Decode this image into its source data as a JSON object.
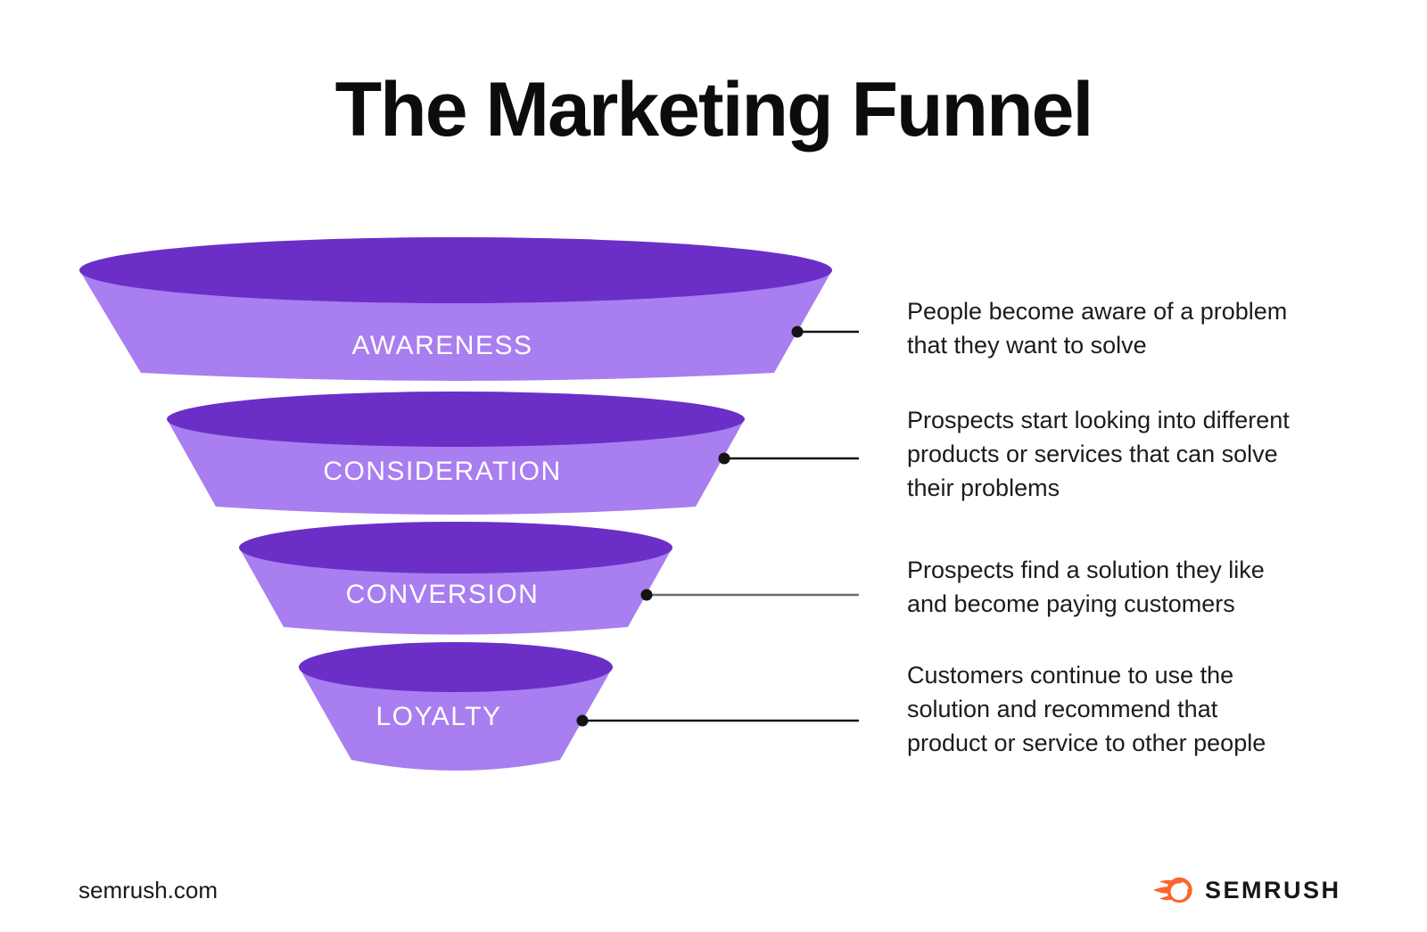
{
  "title": "The Marketing Funnel",
  "funnel": {
    "stages": [
      {
        "label": "AWARENESS",
        "description_lines": [
          "People become aware of a problem",
          "that they want to solve"
        ]
      },
      {
        "label": "CONSIDERATION",
        "description_lines": [
          "Prospects start looking into different",
          "products or services that can solve",
          "their problems"
        ]
      },
      {
        "label": "CONVERSION",
        "description_lines": [
          "Prospects find a solution they like",
          "and become paying customers"
        ]
      },
      {
        "label": "LOYALTY",
        "description_lines": [
          "Customers continue to use the",
          "solution and recommend that",
          "product or service to other people"
        ]
      }
    ]
  },
  "colors": {
    "funnel_body_light": "#A87EF0",
    "funnel_top_dark": "#6B2FC8",
    "connector_black": "#131313",
    "connector_gray": "#6E6E6E",
    "brand_orange": "#FF642D",
    "text_dark": "#1C1C1C"
  },
  "footer": {
    "site_url": "semrush.com",
    "brand_name": "SEMRUSH"
  }
}
